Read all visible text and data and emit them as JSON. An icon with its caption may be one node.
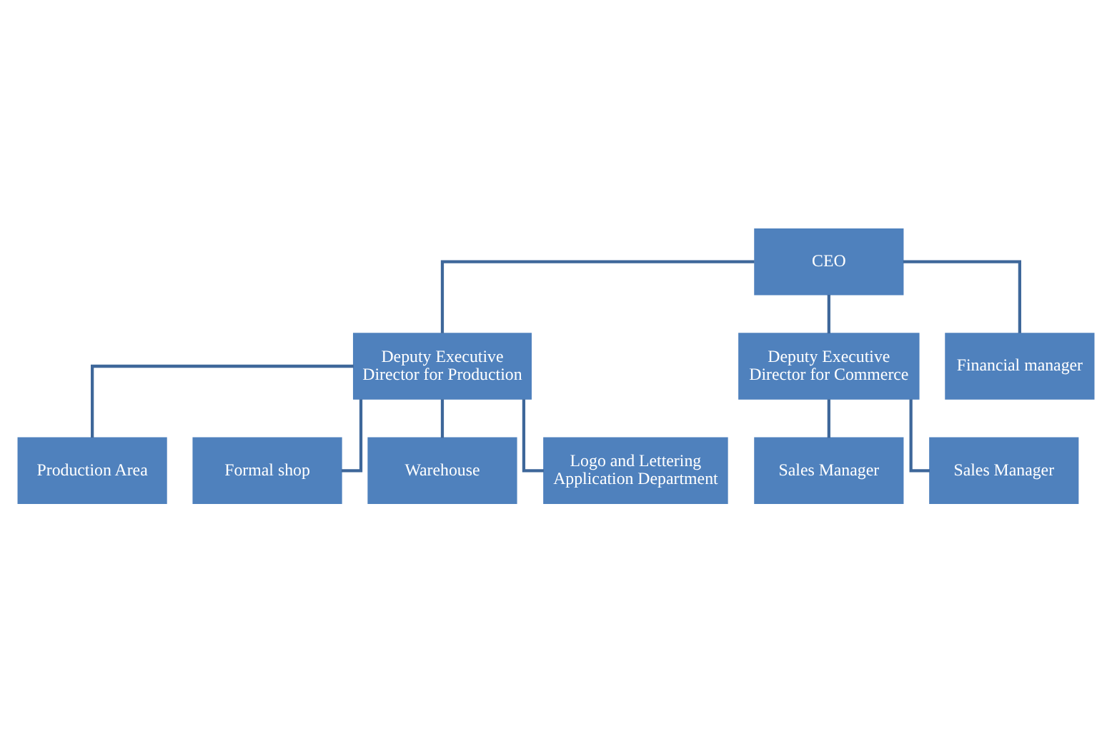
{
  "diagram": {
    "nodes": [
      {
        "text": [
          "CEO"
        ]
      },
      {
        "text": [
          "Deputy Executive Director for Production"
        ]
      },
      {
        "text": [
          "Deputy Executive Director for Commerce"
        ]
      },
      {
        "text": [
          "Production Area"
        ]
      },
      {
        "text": [
          "Formal shop"
        ]
      },
      {
        "text": [
          "Sales Manager"
        ]
      },
      {
        "text": [
          "Sales Manager"
        ]
      },
      {
        "text": [
          "Warehouse"
        ]
      },
      {
        "text": [
          "Logo and Lettering Application Department"
        ]
      },
      {
        "text": [
          "Financial manager"
        ]
      }
    ],
    "edges": [
      {
        "from": 0,
        "to": 1,
        "arrow": "none"
      },
      {
        "from": 0,
        "to": 2,
        "arrow": "none"
      },
      {
        "from": 0,
        "to": 9,
        "arrow": "none"
      },
      {
        "from": 1,
        "to": 3,
        "arrow": "none"
      },
      {
        "from": 1,
        "to": 4,
        "arrow": "none"
      },
      {
        "from": 1,
        "to": 7,
        "arrow": "none"
      },
      {
        "from": 1,
        "to": 8,
        "arrow": "none"
      },
      {
        "from": 2,
        "to": 5,
        "arrow": "none"
      },
      {
        "from": 2,
        "to": 6,
        "arrow": "none"
      }
    ]
  }
}
